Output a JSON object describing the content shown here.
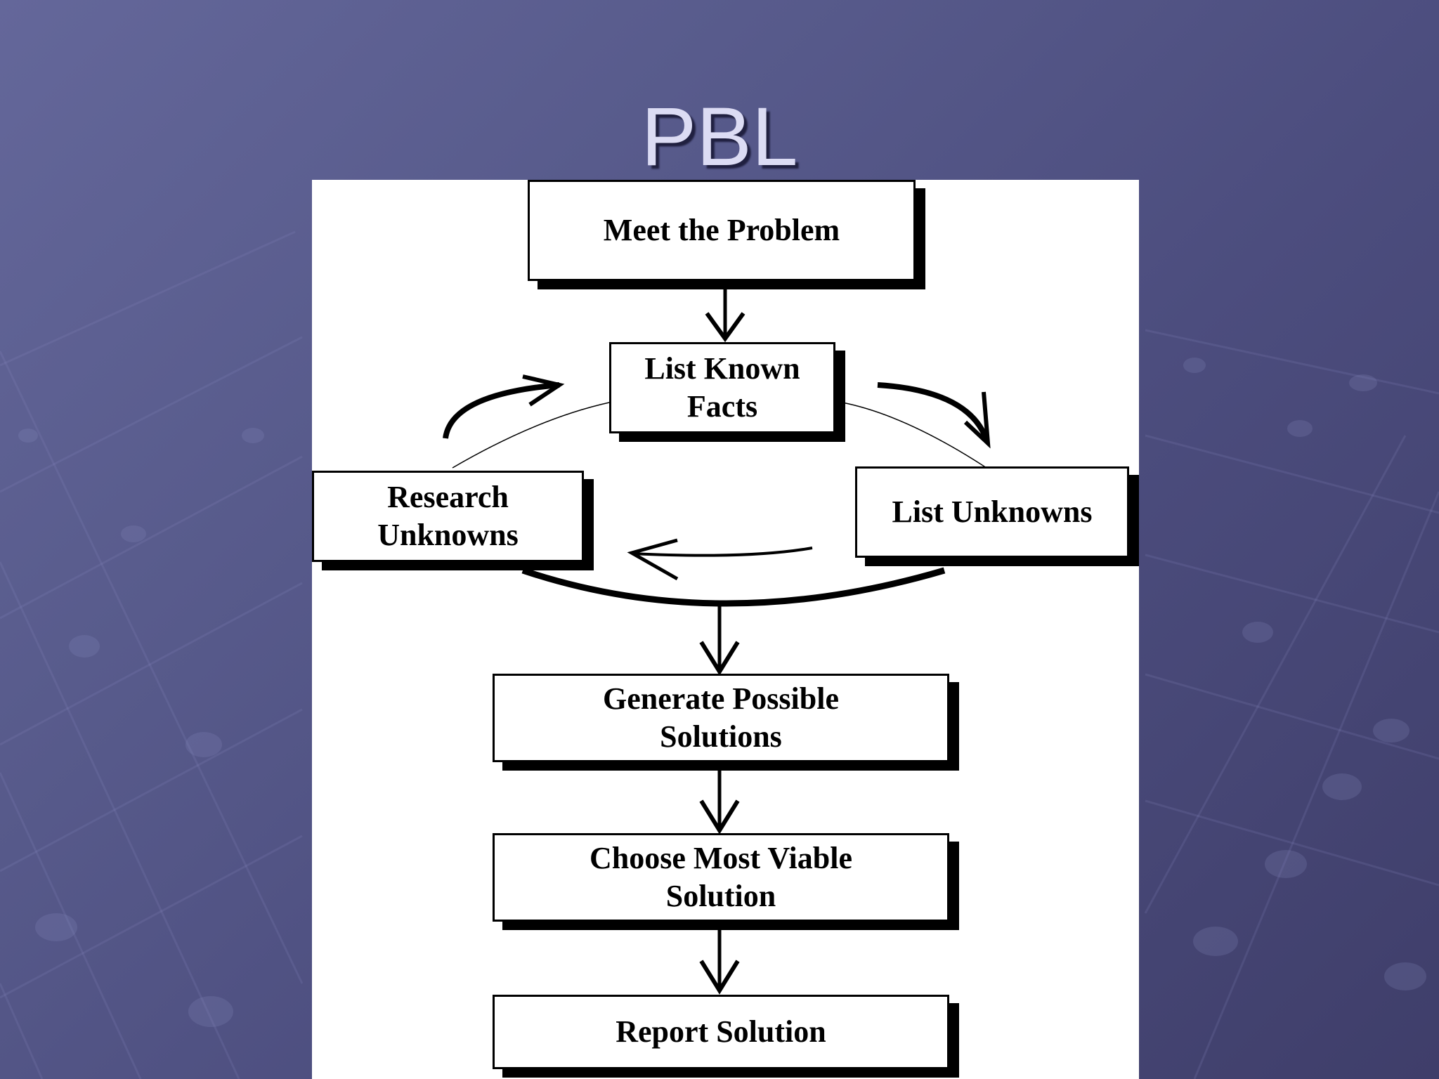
{
  "slide": {
    "title": "PBL"
  },
  "diagram": {
    "steps": {
      "meet_problem": "Meet the Problem",
      "list_known_facts": "List Known Facts",
      "list_unknowns": "List Unknowns",
      "research_unknowns": "Research Unknowns",
      "generate_solutions": "Generate Possible Solutions",
      "choose_solution": "Choose Most Viable Solution",
      "report_solution": "Report Solution"
    }
  }
}
